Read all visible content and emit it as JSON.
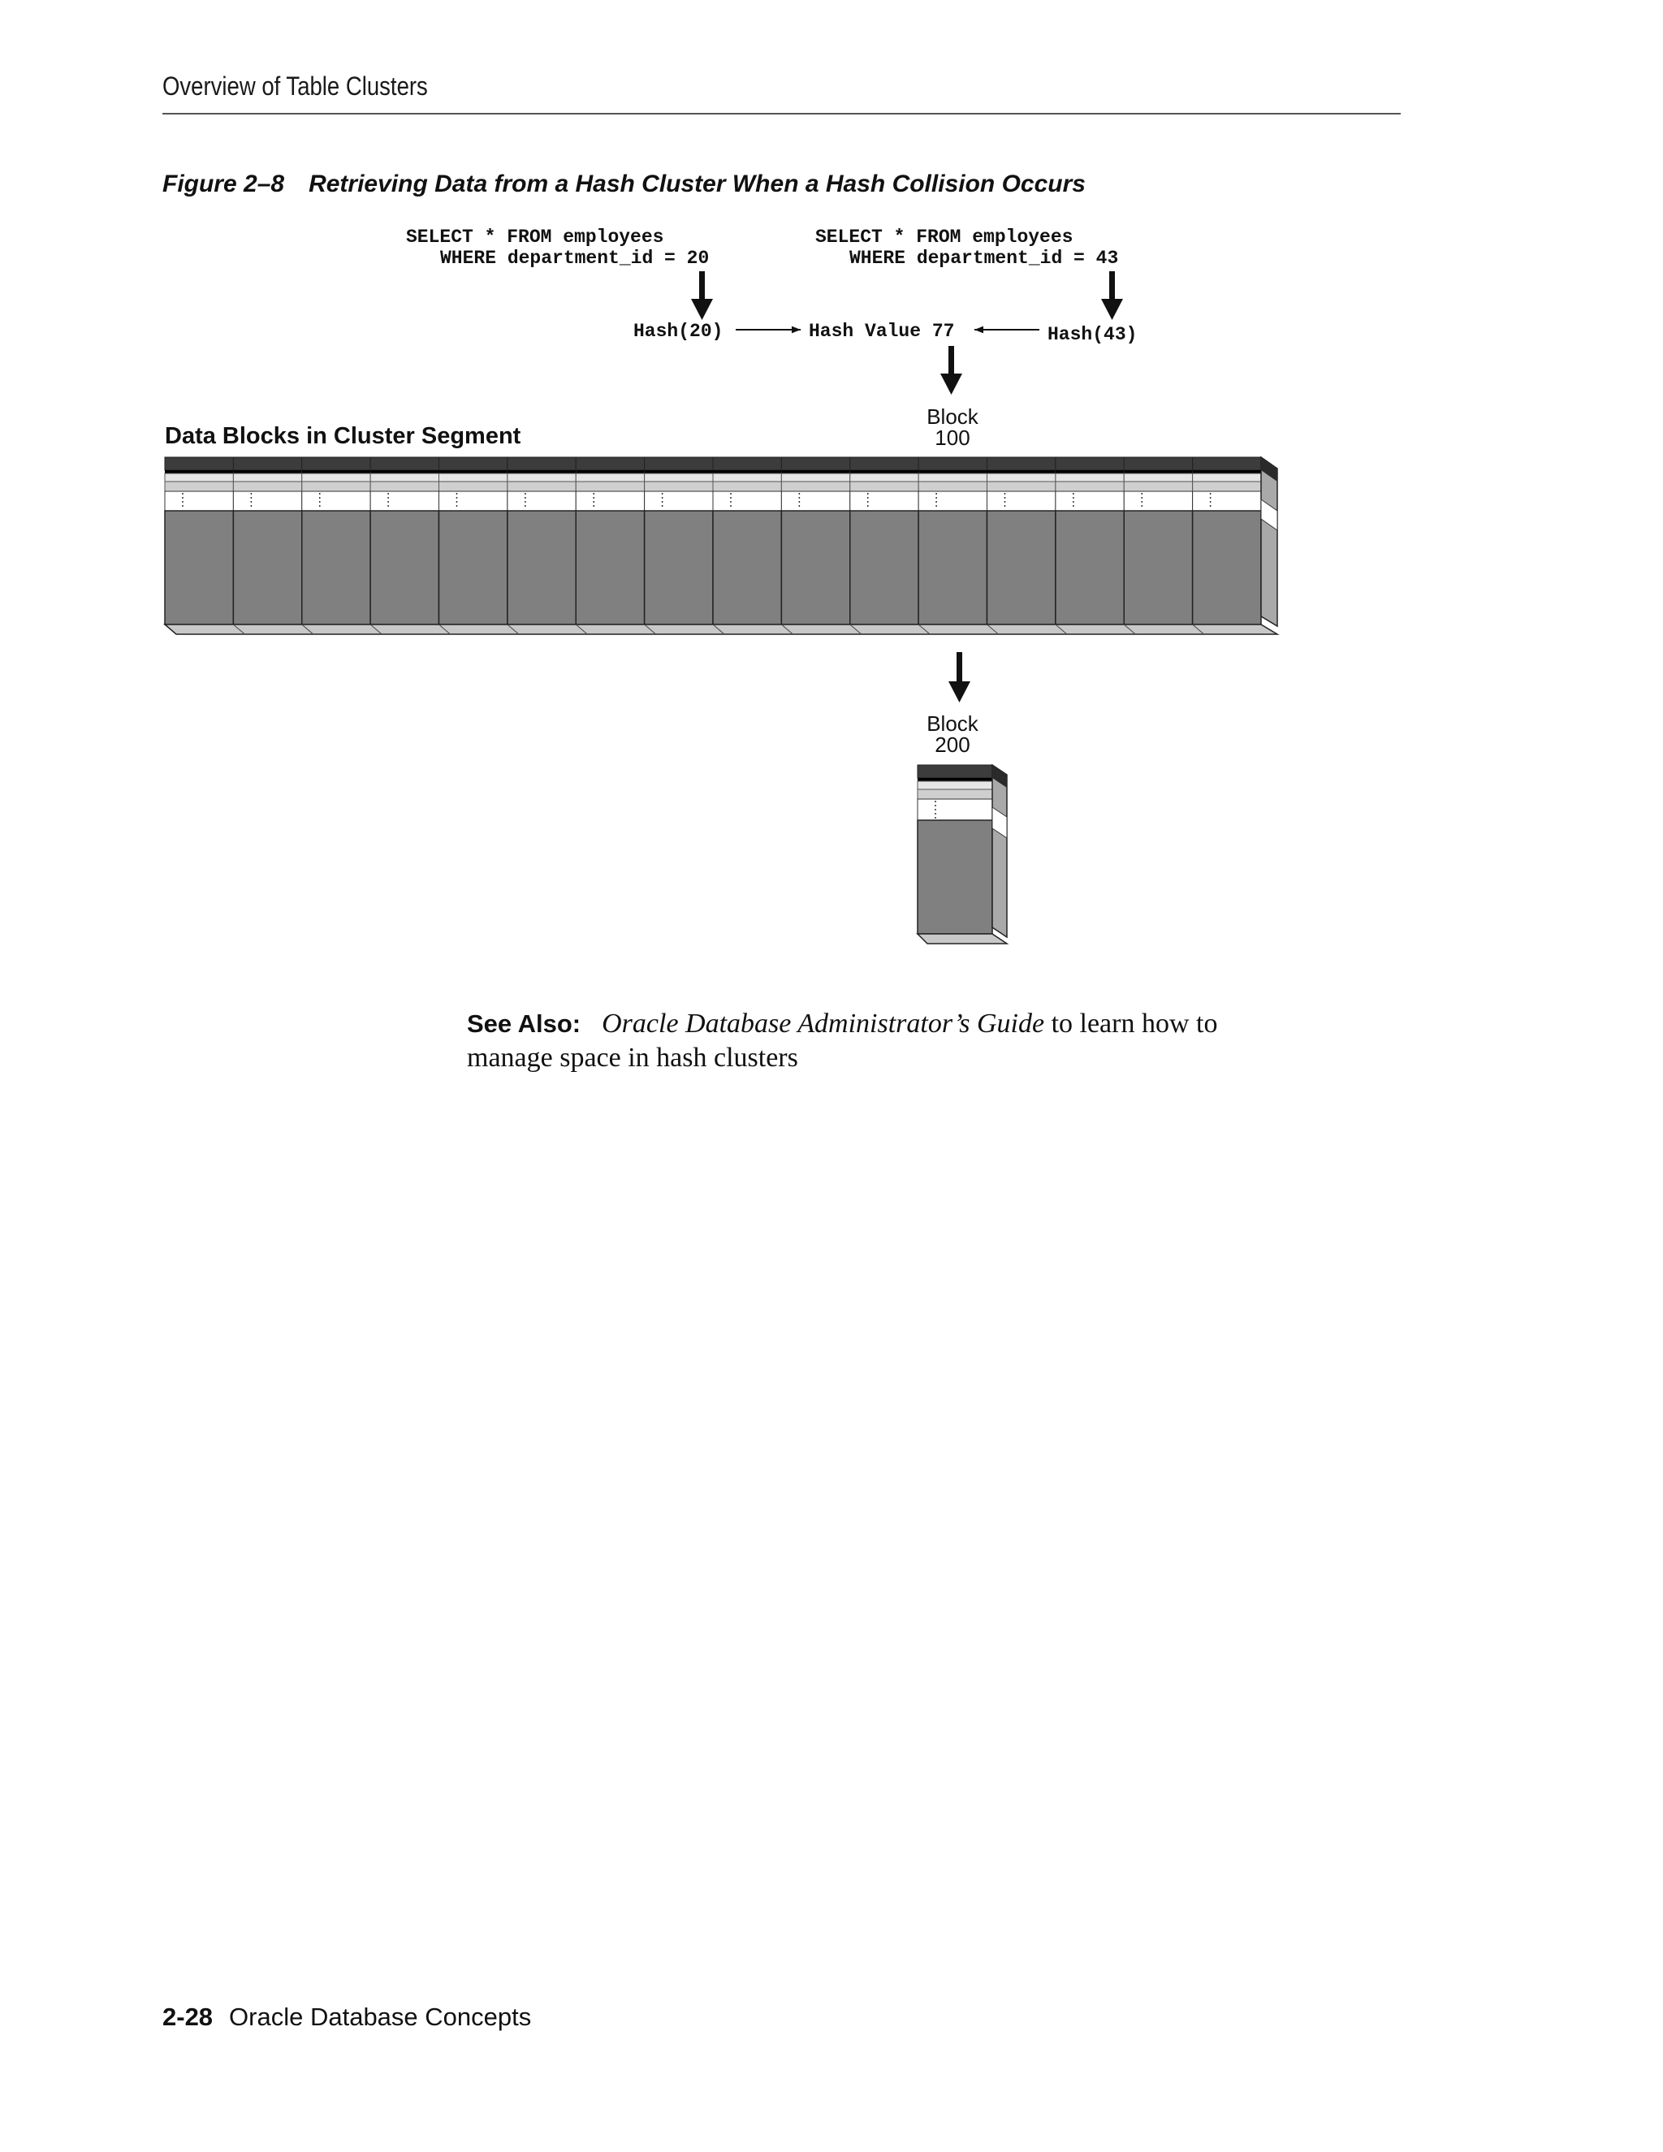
{
  "header": {
    "running_title": "Overview of Table Clusters"
  },
  "figure": {
    "number": "Figure 2–8",
    "title": "Retrieving Data from a Hash Cluster When a Hash Collision Occurs",
    "query_left": {
      "line1": "SELECT * FROM employees",
      "line2": "WHERE department_id = 20"
    },
    "query_right": {
      "line1": "SELECT * FROM employees",
      "line2": "WHERE department_id = 43"
    },
    "hash_left": "Hash(20)",
    "hash_value": "Hash Value 77",
    "hash_right": "Hash(43)",
    "block100": {
      "line1": "Block",
      "line2": "100"
    },
    "segment_label": "Data Blocks in Cluster Segment",
    "block200": {
      "line1": "Block",
      "line2": "200"
    },
    "segment_block_count": 16,
    "colors": {
      "block_body": "#808080",
      "block_dark": "#3c3c3c",
      "block_black": "#000000",
      "block_light": "#cfcfcf",
      "block_base": "#c8c8c8"
    }
  },
  "see_also": {
    "label": "See Also:",
    "title": "Oracle Database Administrator’s Guide",
    "text": " to learn how to manage space in hash clusters"
  },
  "footer": {
    "page_number": "2-28",
    "book_title": "Oracle Database Concepts"
  }
}
